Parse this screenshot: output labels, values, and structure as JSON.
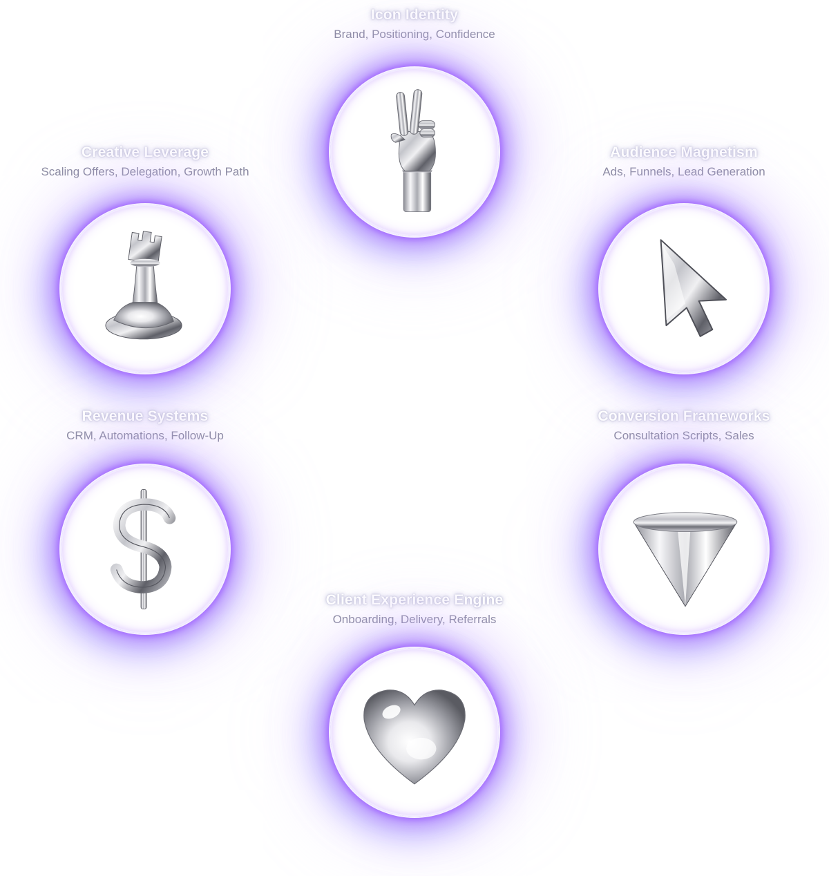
{
  "services": [
    {
      "id": "icon-identity",
      "title": "Icon Identity",
      "subtitle": "Brand, Positioning, Confidence",
      "icon": "peace-hand-icon"
    },
    {
      "id": "creative-leverage",
      "title": "Creative Leverage",
      "subtitle": "Scaling Offers, Delegation, Growth Path",
      "icon": "chess-rook-icon"
    },
    {
      "id": "audience-magnetism",
      "title": "Audience Magnetism",
      "subtitle": "Ads, Funnels, Lead Generation",
      "icon": "cursor-arrow-icon"
    },
    {
      "id": "revenue-systems",
      "title": "Revenue Systems",
      "subtitle": "CRM, Automations, Follow-Up",
      "icon": "dollar-sign-icon"
    },
    {
      "id": "conversion-frameworks",
      "title": "Conversion Frameworks",
      "subtitle": "Consultation Scripts, Sales",
      "icon": "cone-icon"
    },
    {
      "id": "client-experience",
      "title": "Client Experience Engine",
      "subtitle": "Onboarding, Delivery, Referrals",
      "icon": "heart-icon"
    }
  ],
  "colors": {
    "glow": "#a56bff",
    "ring": "#f1ebff",
    "subtitle": "#8a8aa0",
    "chrome_light": "#f4f4f6",
    "chrome_dark": "#4a4a52"
  }
}
